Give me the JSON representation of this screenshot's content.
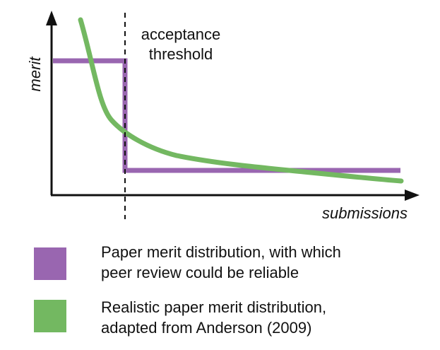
{
  "diagram": {
    "threshold_label_lines": [
      "acceptance",
      "threshold"
    ],
    "y_axis_label": "merit",
    "x_axis_label": "submissions"
  },
  "legend": {
    "items": [
      {
        "lines": [
          "Paper merit distribution, with which",
          "peer review could be reliable"
        ],
        "color": "#9966B0"
      },
      {
        "lines": [
          "Realistic paper merit distribution,",
          "adapted from Anderson (2009)"
        ],
        "color": "#73B861"
      }
    ]
  },
  "colors": {
    "axis": "#111111",
    "ideal_curve": "#9966B0",
    "realistic_curve": "#73B861",
    "threshold_line": "#111111"
  }
}
